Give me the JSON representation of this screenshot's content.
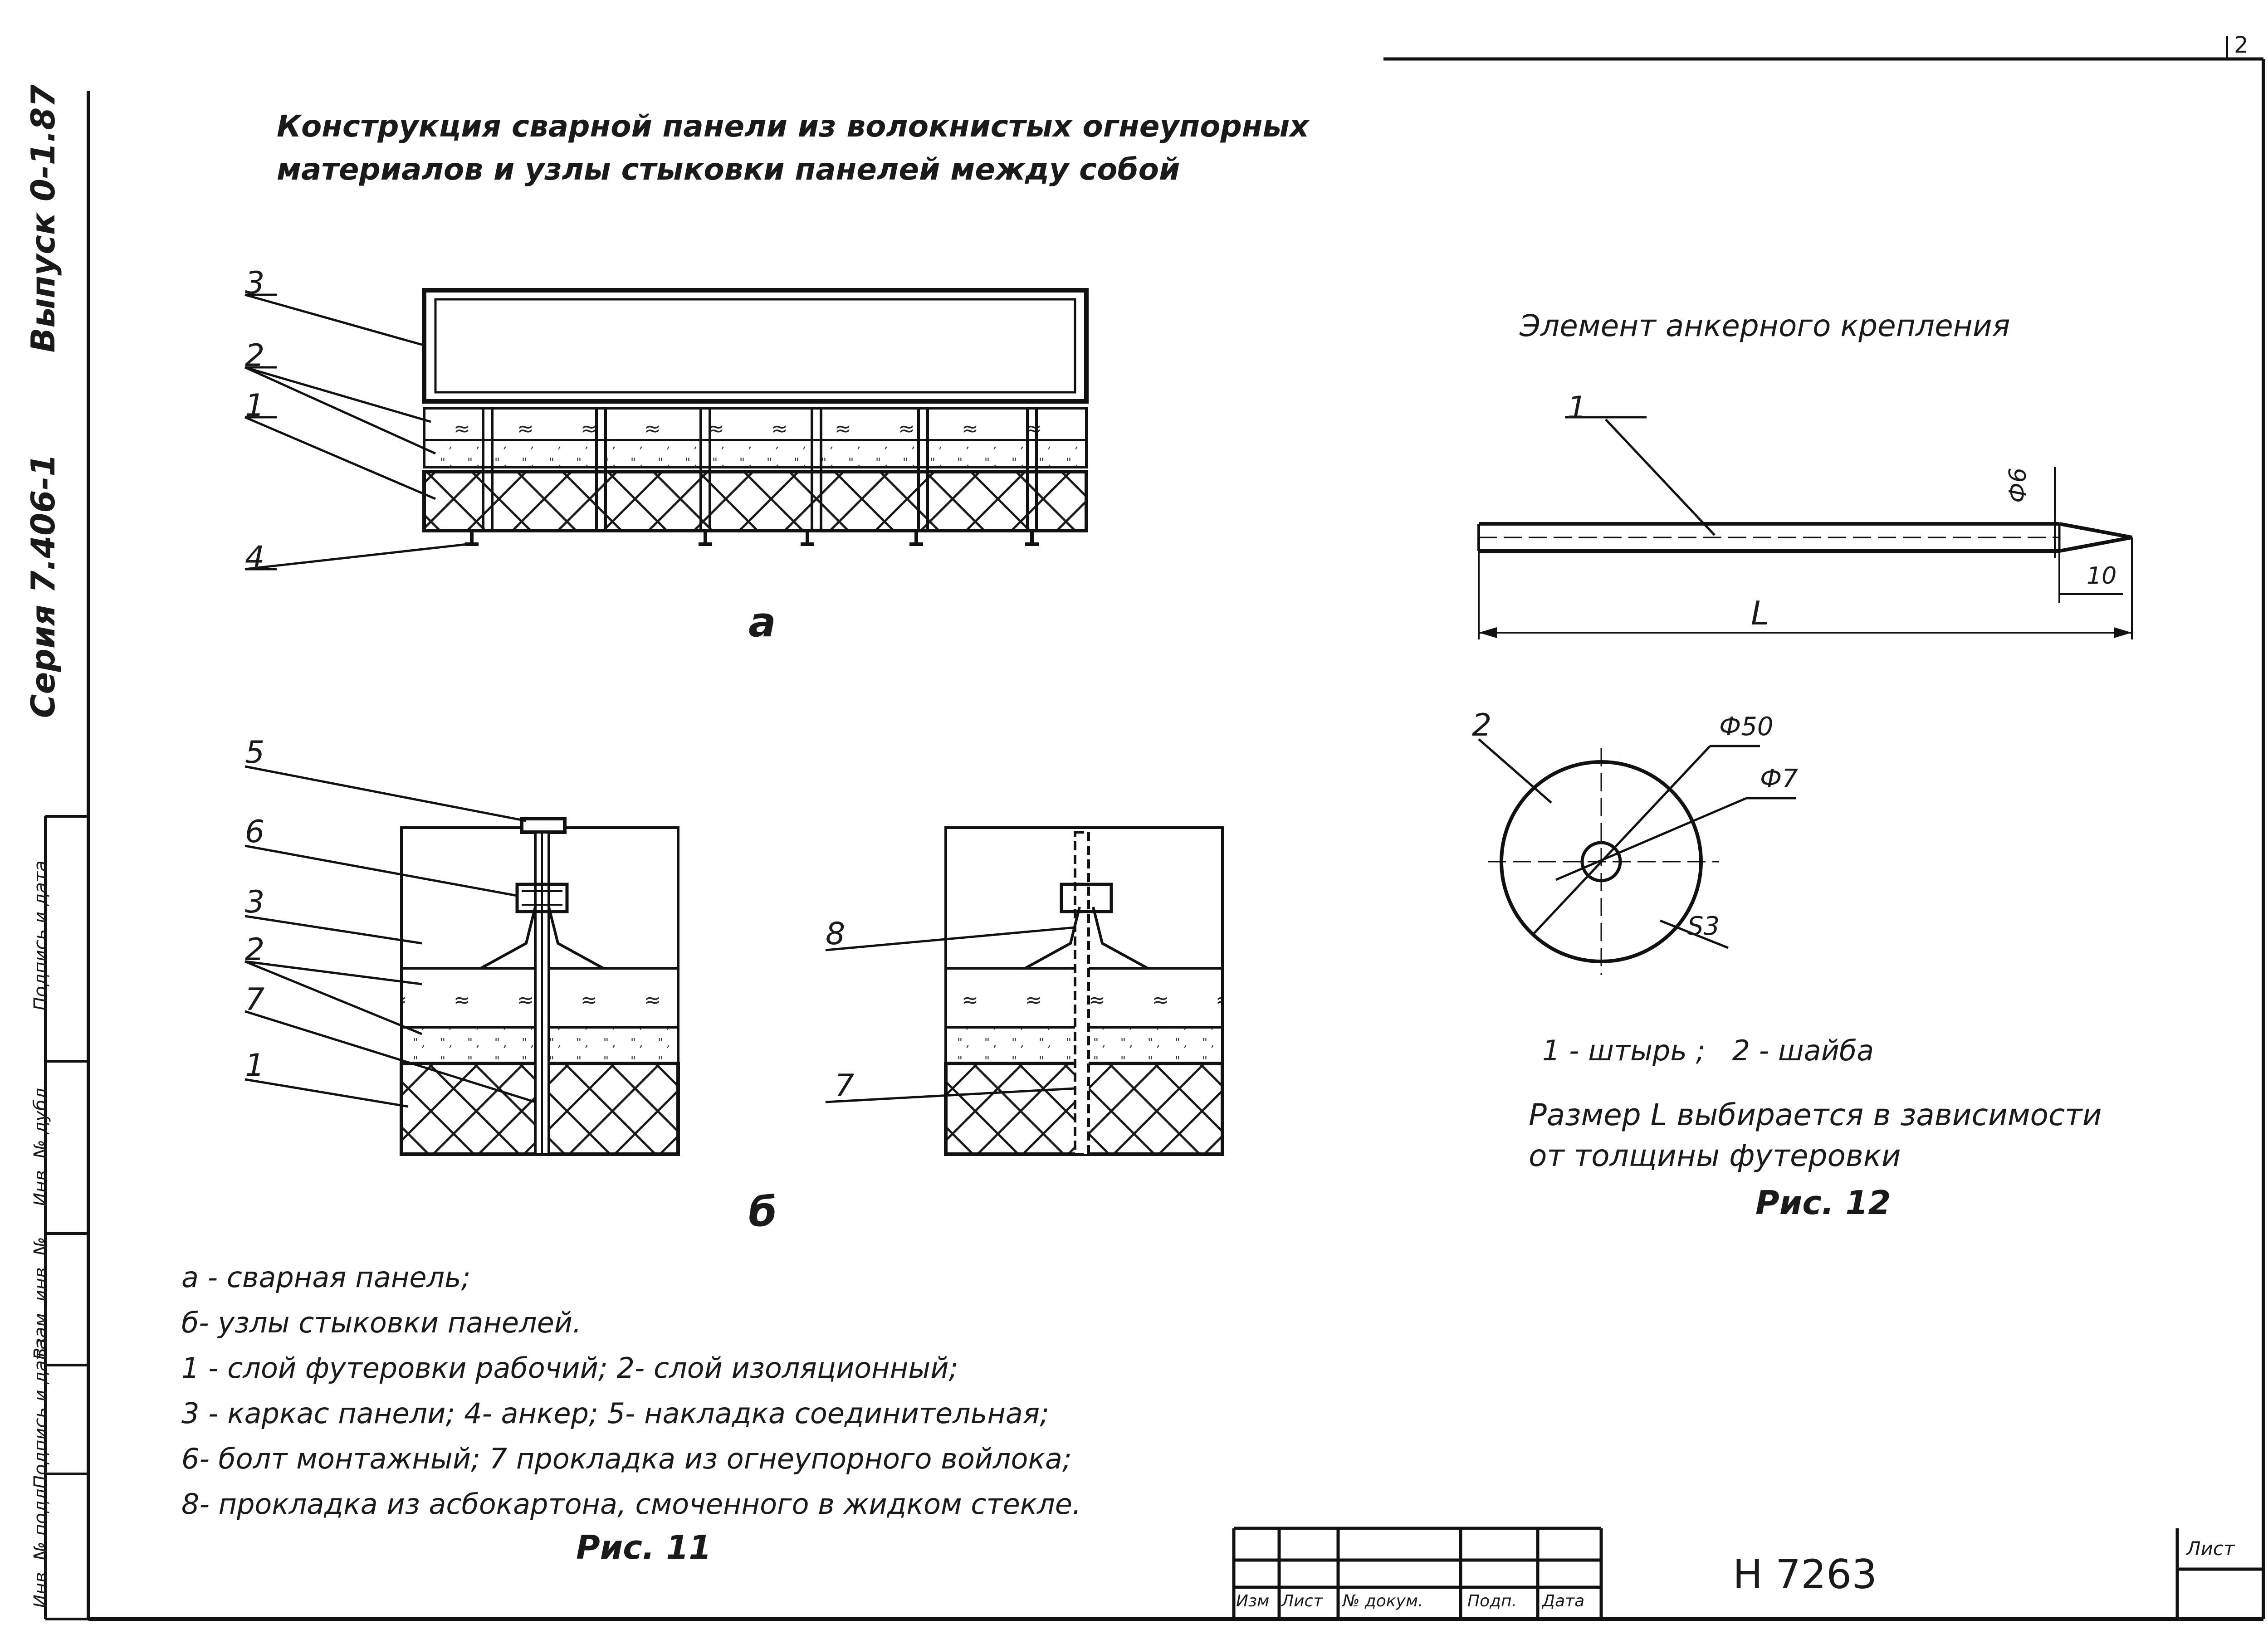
{
  "header": {
    "title_line1": "Конструкция сварной панели из волокнистых огнеупорных",
    "title_line2": "материалов и узлы стыковки панелей между собой"
  },
  "sidebar": {
    "series": "Серия 7.406-1",
    "issue": "Выпуск 0-1.87",
    "stamp_fields": [
      "Подпись и дата",
      "Инв. № дубл.",
      "Взам. инв. №",
      "Подпись и дата",
      "Инв. № подл."
    ]
  },
  "figure11": {
    "panel_a_callouts": [
      "3",
      "2",
      "1",
      "4"
    ],
    "panel_a_caption": "а",
    "joint_left_callouts": [
      "5",
      "6",
      "3",
      "2",
      "7",
      "1"
    ],
    "joint_right_callouts": [
      "8",
      "7"
    ],
    "joint_caption": "б",
    "legend": [
      "а - сварная панель;",
      "б- узлы стыковки панелей.",
      "1 - слой футеровки рабочий; 2- слой изоляционный;",
      "3 - каркас панели; 4- анкер; 5- накладка соединительная;",
      "6- болт монтажный; 7 прокладка из огнеупорного войлока;",
      "8- прокладка из асбокартона, смоченного в жидком стекле."
    ],
    "caption": "Рис. 11"
  },
  "figure12": {
    "title": "Элемент анкерного крепления",
    "pin_callout": "1",
    "washer_callout": "2",
    "dim_diameter": "Ф6",
    "dim_tip": "10",
    "dim_length": "L",
    "washer_outer": "Ф50",
    "washer_inner": "Ф7",
    "washer_thickness": "S3",
    "legend": "1 - штырь ;   2 - шайба",
    "note_line1": "Размер L выбирается в зависимости",
    "note_line2": "от толщины футеровки",
    "caption": "Рис. 12"
  },
  "title_block": {
    "columns": [
      "Изм",
      "Лист",
      "№ докум.",
      "Подп.",
      "Дата"
    ],
    "drawing_number": "Н 7263",
    "sheet_label": "Лист",
    "page": "2"
  }
}
